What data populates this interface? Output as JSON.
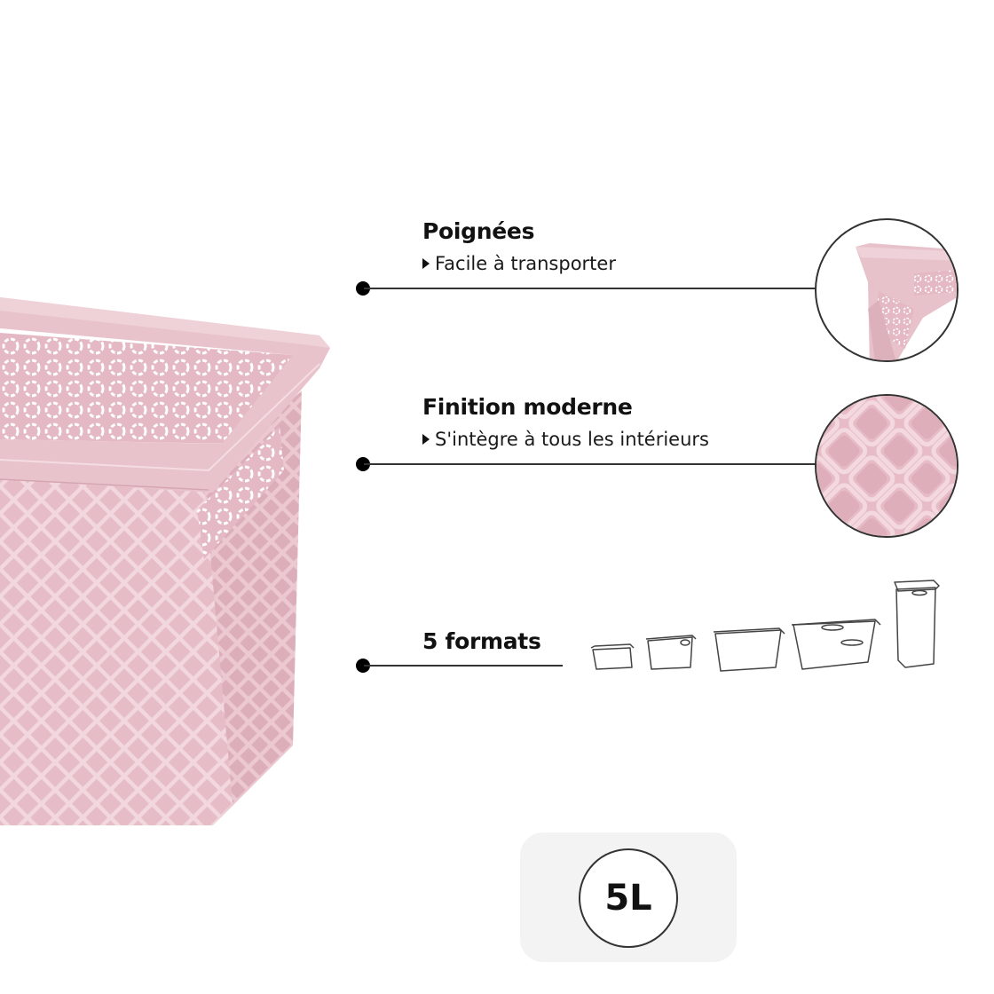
{
  "features": [
    {
      "title": "Poignées",
      "subtitle": "Facile à transporter",
      "detail_image": "handle-closeup"
    },
    {
      "title": "Finition moderne",
      "subtitle": "S'intègre à tous les intérieurs",
      "detail_image": "texture-closeup"
    },
    {
      "title": "5 formats",
      "subtitle": "",
      "detail_image": "five-basket-sizes"
    }
  ],
  "size_badge": {
    "label": "5L"
  },
  "colors": {
    "basket_pink": "#e8c2cb",
    "basket_pink_dark": "#d9aab6",
    "line": "#333333",
    "card_bg": "#f3f3f3"
  }
}
